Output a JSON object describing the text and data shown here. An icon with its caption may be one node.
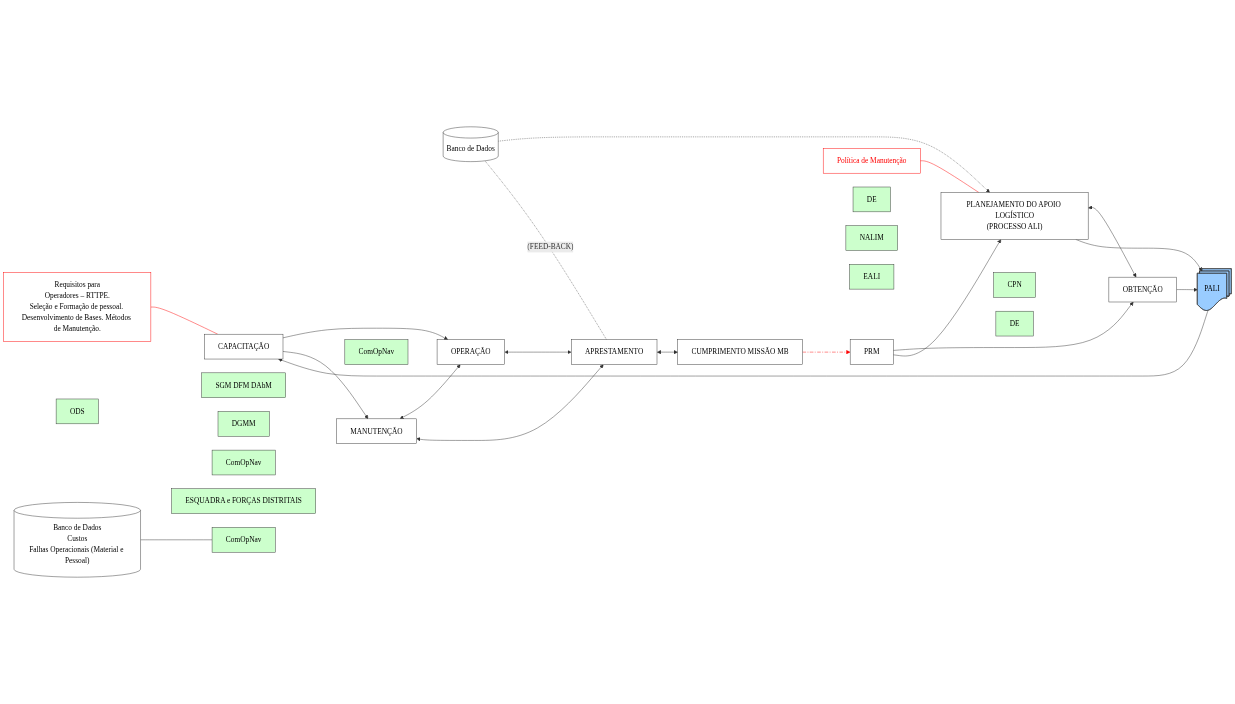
{
  "diagram": {
    "nodes": [
      {
        "text": [
          "CPN"
        ]
      },
      {
        "text": [
          "DE"
        ]
      },
      {
        "text": [
          "OBTENÇÃO"
        ]
      },
      {
        "text": [
          "PRM"
        ]
      },
      {
        "text": [
          "PALI"
        ]
      },
      {
        "text": [
          "ODS"
        ]
      },
      {
        "text": [
          "CAPACITAÇÃO"
        ]
      },
      {
        "text": [
          "ComOpNav"
        ]
      },
      {
        "text": [
          "OPERAÇÃO"
        ]
      },
      {
        "text": [
          "Banco de Dados",
          "Custos",
          "Falhas Operacionais (Material e Pessoal)"
        ]
      },
      {
        "text": [
          "ComOpNav"
        ]
      },
      {
        "text": [
          "APRESTAMENTO"
        ]
      },
      {
        "text": [
          "DE"
        ]
      },
      {
        "text": [
          "NALIM"
        ]
      },
      {
        "text": [
          "EALI"
        ]
      },
      {
        "text": [
          "SGM DFM DAbM"
        ]
      },
      {
        "text": [
          "DGMM"
        ]
      },
      {
        "text": [
          "PLANEJAMENTO DO APOIO LOGÍSTICO",
          "(PROCESSO ALI)"
        ]
      },
      {
        "text": [
          "Requisitos para",
          "Operadores – RTTPE.",
          "Seleção e Formação de pessoal. Desenvolvimento de Bases. Métodos de Manutenção."
        ]
      },
      {
        "text": [
          "MANUTENÇÃO"
        ]
      },
      {
        "text": [
          "Política de Manutenção"
        ]
      },
      {
        "text": [
          "Banco de Dados"
        ]
      },
      {
        "text": [
          "ComOpNav"
        ]
      },
      {
        "text": [
          "ESQUADRA e FORÇAS DISTRITAIS"
        ]
      },
      {
        "text": [
          "CUMPRIMENTO MISSÃO MB"
        ]
      }
    ],
    "edges": [
      {
        "from": 3,
        "to": 2,
        "arrow": "to"
      },
      {
        "from": 3,
        "to": 17,
        "arrow": "to"
      },
      {
        "from": 17,
        "to": 2,
        "arrow": "both"
      },
      {
        "from": 2,
        "to": 4,
        "arrow": "to"
      },
      {
        "from": 17,
        "to": 4,
        "arrow": "to"
      },
      {
        "from": 4,
        "to": 6,
        "arrow": "to"
      },
      {
        "from": 6,
        "to": 8,
        "arrow": "to"
      },
      {
        "from": 6,
        "to": 19,
        "arrow": "to"
      },
      {
        "from": 19,
        "to": 8,
        "arrow": "both"
      },
      {
        "from": 8,
        "to": 11,
        "arrow": "both"
      },
      {
        "from": 19,
        "to": 11,
        "arrow": "both"
      },
      {
        "from": 9,
        "to": 10,
        "arrow": "none"
      },
      {
        "from": 21,
        "to": 17,
        "arrow": "to",
        "style": "dashed"
      },
      {
        "from": 21,
        "to": 11,
        "arrow": "none",
        "style": "dashed",
        "label": "(FEED-BACK)"
      },
      {
        "from": 11,
        "to": 24,
        "arrow": "both"
      },
      {
        "from": 24,
        "to": 3,
        "arrow": "to",
        "style": "dashed",
        "color": "#ff0000"
      },
      {
        "from": 20,
        "to": 17,
        "arrow": "none",
        "color": "#ff0000"
      },
      {
        "from": 18,
        "to": 6,
        "arrow": "none",
        "color": "#ff0000"
      }
    ]
  }
}
